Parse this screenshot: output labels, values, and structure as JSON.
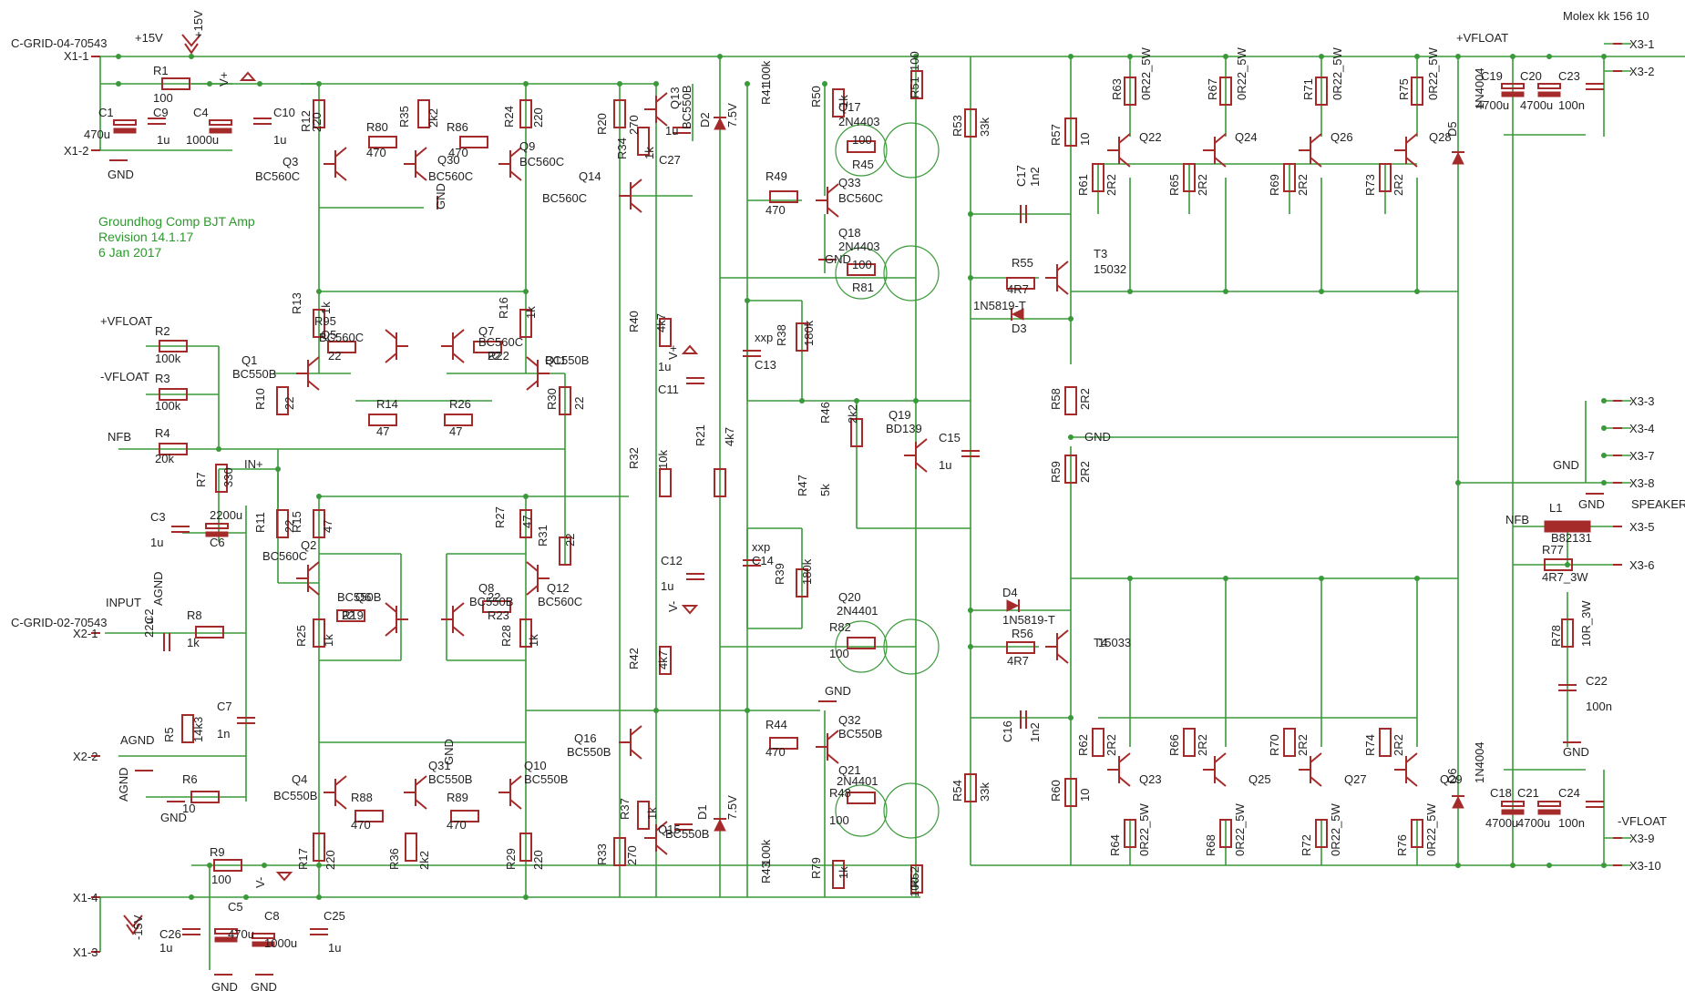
{
  "info": {
    "title": "Groundhog Comp BJT Amp",
    "revision": "Revision 14.1.17",
    "date": "6 Jan 2017"
  },
  "connector_note": "Molex kk 156 10",
  "conn": {
    "x1_1": "X1-1",
    "x1_2": "X1-2",
    "x1_3": "X1-3",
    "x1_4": "X1-4",
    "x2_1": "X2-1",
    "x2_2": "X2-2",
    "x3_1": "X3-1",
    "x3_2": "X3-2",
    "x3_3": "X3-3",
    "x3_4": "X3-4",
    "x3_7": "X3-7",
    "x3_8": "X3-8",
    "x3_5": "X3-5",
    "x3_6": "X3-6",
    "x3_9": "X3-9",
    "x3_10": "X3-10",
    "cgrid04": "C-GRID-04-70543",
    "cgrid02": "C-GRID-02-70543"
  },
  "nets": {
    "p15": "+15V",
    "m15": "-15V",
    "vplus": "V+",
    "vminus": "V-",
    "vfloat_p": "+VFLOAT",
    "vfloat_m": "-VFLOAT",
    "gnd": "GND",
    "agnd": "AGND",
    "nfb": "NFB",
    "inp": "IN+",
    "input": "INPUT",
    "speaker": "SPEAKER"
  },
  "parts": {
    "R1": [
      "R1",
      "100"
    ],
    "C1": [
      "C1",
      "470u"
    ],
    "C9": [
      "C9",
      "1u"
    ],
    "C4": [
      "C4",
      "1000u"
    ],
    "C10": [
      "C10",
      "1u"
    ],
    "R12": [
      "R12",
      "220"
    ],
    "R80": [
      "R80",
      "470"
    ],
    "R35": [
      "R35",
      "2k2"
    ],
    "R86": [
      "R86",
      "470"
    ],
    "R24": [
      "R24",
      "220"
    ],
    "Q3": [
      "Q3",
      "BC560C"
    ],
    "Q30": [
      "Q30",
      "BC560C"
    ],
    "Q9": [
      "Q9",
      "BC560C"
    ],
    "Q14": [
      "Q14",
      "BC560C"
    ],
    "R20": [
      "R20",
      "270"
    ],
    "R34": [
      "R34",
      "1k"
    ],
    "C27": [
      "C27",
      "1u"
    ],
    "Q13": [
      "Q13",
      "BC550B"
    ],
    "D2": [
      "D2",
      "7.5V"
    ],
    "R41": [
      "R41",
      "100k"
    ],
    "R50": [
      "R50",
      "1k"
    ],
    "Q17": [
      "Q17",
      "2N4403"
    ],
    "R45": [
      "R45",
      "100"
    ],
    "R51": [
      "R51",
      "100"
    ],
    "Q33": [
      "Q33",
      "BC560C"
    ],
    "R49": [
      "R49",
      "470"
    ],
    "Q18": [
      "Q18",
      "2N4403"
    ],
    "R81": [
      "R81",
      "100"
    ],
    "R2": [
      "R2",
      "100k"
    ],
    "R3": [
      "R3",
      "100k"
    ],
    "R4": [
      "R4",
      "20k"
    ],
    "R13": [
      "R13",
      "1k"
    ],
    "R95": [
      "R95",
      "22"
    ],
    "Q5": [
      "Q5",
      "BC560C"
    ],
    "Q7": [
      "Q7",
      "BC560C"
    ],
    "R16": [
      "R16",
      "1k"
    ],
    "R22": [
      "R22",
      "22"
    ],
    "Q1": [
      "Q1",
      "BC550B"
    ],
    "Q11": [
      "Q11",
      "BC550B"
    ],
    "R10": [
      "R10",
      "22"
    ],
    "R14": [
      "R14",
      "47"
    ],
    "R26": [
      "R26",
      "47"
    ],
    "R30": [
      "R30",
      "22"
    ],
    "R40": [
      "R40",
      "4k7"
    ],
    "C11": [
      "C11",
      "1u"
    ],
    "C13": [
      "C13",
      "xxp"
    ],
    "R38": [
      "R38",
      "180k"
    ],
    "R7": [
      "R7",
      "330"
    ],
    "C3": [
      "C3",
      "1u"
    ],
    "C6": [
      "C6",
      "2200u"
    ],
    "R46": [
      "R46",
      "2k2"
    ],
    "Q19": [
      "Q19",
      "BD139"
    ],
    "C15": [
      "C15",
      "1u"
    ],
    "R21": [
      "R21",
      "4k7"
    ],
    "R32": [
      "R32",
      "10k"
    ],
    "R47": [
      "R47",
      "5k"
    ],
    "R11": [
      "R11",
      "22"
    ],
    "R15": [
      "R15",
      "47"
    ],
    "Q2": [
      "Q2",
      "BC560C"
    ],
    "R27": [
      "R27",
      "47"
    ],
    "R31": [
      "R31",
      "22"
    ],
    "Q6": [
      "Q6",
      "BC550B"
    ],
    "Q8": [
      "Q8",
      "BC550B"
    ],
    "Q12": [
      "Q12",
      "BC560C"
    ],
    "R19": [
      "R19",
      "22"
    ],
    "R23": [
      "R23",
      "22"
    ],
    "C12": [
      "C12",
      "1u"
    ],
    "C14": [
      "C14",
      "xxp"
    ],
    "R39": [
      "R39",
      "180k"
    ],
    "Q20": [
      "Q20",
      "2N4401"
    ],
    "R82": [
      "R82",
      "100"
    ],
    "C2": [
      "C2",
      "22u"
    ],
    "R8": [
      "R8",
      "1k"
    ],
    "R25": [
      "R25",
      "1k"
    ],
    "R28": [
      "R28",
      "1k"
    ],
    "R42": [
      "R42",
      "4k7"
    ],
    "R5": [
      "R5",
      "14k3"
    ],
    "C7": [
      "C7",
      "1n"
    ],
    "Q32": [
      "Q32",
      "BC550B"
    ],
    "R44": [
      "R44",
      "470"
    ],
    "R6": [
      "R6",
      "10"
    ],
    "Q4": [
      "Q4",
      "BC550B"
    ],
    "Q31": [
      "Q31",
      "BC550B"
    ],
    "Q10": [
      "Q10",
      "BC550B"
    ],
    "Q16": [
      "Q16",
      "BC550B"
    ],
    "R88": [
      "R88",
      "470"
    ],
    "R89": [
      "R89",
      "470"
    ],
    "R36": [
      "R36",
      "2k2"
    ],
    "R17": [
      "R17",
      "220"
    ],
    "R29": [
      "R29",
      "220"
    ],
    "R33": [
      "R33",
      "270"
    ],
    "R37": [
      "R37",
      "1k"
    ],
    "Q15": [
      "Q15",
      "BC550B"
    ],
    "D1": [
      "D1",
      "7.5V"
    ],
    "R43": [
      "R43",
      "100k"
    ],
    "Q21": [
      "Q21",
      "2N4401"
    ],
    "R48": [
      "R48",
      "100"
    ],
    "R79": [
      "R79",
      "1k"
    ],
    "R52": [
      "R52",
      "100"
    ],
    "R9": [
      "R9",
      "100"
    ],
    "C5": [
      "C5",
      "470u"
    ],
    "C26": [
      "C26",
      "1u"
    ],
    "C8": [
      "C8",
      "1000u"
    ],
    "C25": [
      "C25",
      "1u"
    ],
    "R53": [
      "R53",
      "33k"
    ],
    "R57": [
      "R57",
      "10"
    ],
    "C17": [
      "C17",
      "1n2"
    ],
    "T3": [
      "T3",
      "15032"
    ],
    "R55": [
      "R55",
      "4R7"
    ],
    "D3": [
      "D3",
      "1N5819-T"
    ],
    "R58": [
      "R58",
      "2R2"
    ],
    "R59": [
      "R59",
      "2R2"
    ],
    "D4": [
      "D4",
      "1N5819-T"
    ],
    "R56": [
      "R56",
      "4R7"
    ],
    "T4": [
      "T4",
      "15033"
    ],
    "C16": [
      "C16",
      "1n2"
    ],
    "R54": [
      "R54",
      "33k"
    ],
    "R60": [
      "R60",
      "10"
    ],
    "R61": [
      "R61",
      "2R2"
    ],
    "R63": [
      "R63",
      "0R22_5W"
    ],
    "Q22": [
      "Q22",
      ""
    ],
    "R65": [
      "R65",
      "2R2"
    ],
    "R67": [
      "R67",
      "0R22_5W"
    ],
    "Q24": [
      "Q24",
      ""
    ],
    "R69": [
      "R69",
      "2R2"
    ],
    "R71": [
      "R71",
      "0R22_5W"
    ],
    "Q26": [
      "Q26",
      ""
    ],
    "R73": [
      "R73",
      "2R2"
    ],
    "R75": [
      "R75",
      "0R22_5W"
    ],
    "Q28": [
      "Q28",
      ""
    ],
    "R62": [
      "R62",
      "2R2"
    ],
    "R64": [
      "R64",
      "0R22_5W"
    ],
    "Q23": [
      "Q23",
      ""
    ],
    "R66": [
      "R66",
      "2R2"
    ],
    "R68": [
      "R68",
      "0R22_5W"
    ],
    "Q25": [
      "Q25",
      ""
    ],
    "R70": [
      "R70",
      "2R2"
    ],
    "R72": [
      "R72",
      "0R22_5W"
    ],
    "Q27": [
      "Q27",
      ""
    ],
    "R74": [
      "R74",
      "2R2"
    ],
    "R76": [
      "R76",
      "0R22_5W"
    ],
    "Q29": [
      "Q29",
      ""
    ],
    "D5": [
      "D5",
      "1N4004"
    ],
    "D6": [
      "D6",
      "1N4004"
    ],
    "C19": [
      "C19",
      "4700u"
    ],
    "C20": [
      "C20",
      "4700u"
    ],
    "C23": [
      "C23",
      "100n"
    ],
    "C18": [
      "C18",
      "4700u"
    ],
    "C21": [
      "C21",
      "4700u"
    ],
    "C24": [
      "C24",
      "100n"
    ],
    "L1": [
      "L1",
      "B82131"
    ],
    "R77": [
      "R77",
      "4R7_3W"
    ],
    "R78": [
      "R78",
      "10R_3W"
    ],
    "C22": [
      "C22",
      "100n"
    ]
  }
}
